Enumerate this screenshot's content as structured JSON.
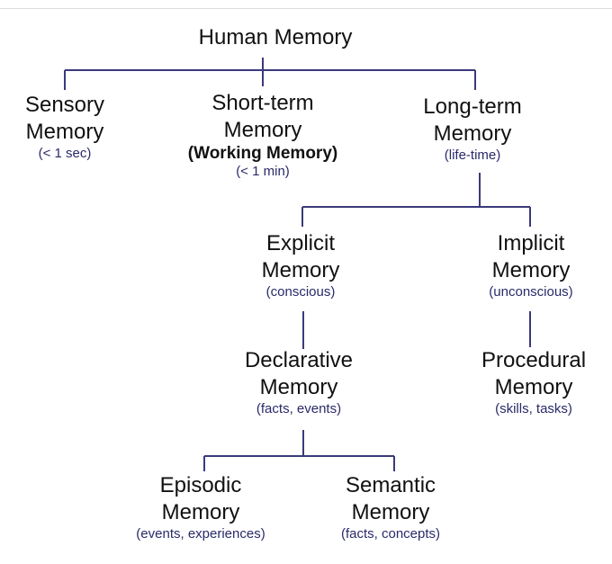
{
  "root": {
    "label": "Human Memory"
  },
  "nodes": {
    "sensory": {
      "line1": "Sensory",
      "line2": "Memory",
      "sub": "(< 1 sec)"
    },
    "short_term": {
      "line1": "Short-term",
      "line2": "Memory",
      "extra": "(Working Memory)",
      "sub": "(< 1 min)"
    },
    "long_term": {
      "line1": "Long-term",
      "line2": "Memory",
      "sub": "(life-time)"
    },
    "explicit": {
      "line1": "Explicit",
      "line2": "Memory",
      "sub": "(conscious)"
    },
    "implicit": {
      "line1": "Implicit",
      "line2": "Memory",
      "sub": "(unconscious)"
    },
    "declarative": {
      "line1": "Declarative",
      "line2": "Memory",
      "sub": "(facts, events)"
    },
    "procedural": {
      "line1": "Procedural",
      "line2": "Memory",
      "sub": "(skills, tasks)"
    },
    "episodic": {
      "line1": "Episodic",
      "line2": "Memory",
      "sub": "(events, experiences)"
    },
    "semantic": {
      "line1": "Semantic",
      "line2": "Memory",
      "sub": "(facts, concepts)"
    }
  },
  "colors": {
    "line": "#3a3a7a",
    "subtext": "#2a2a6a",
    "text": "#111111"
  }
}
